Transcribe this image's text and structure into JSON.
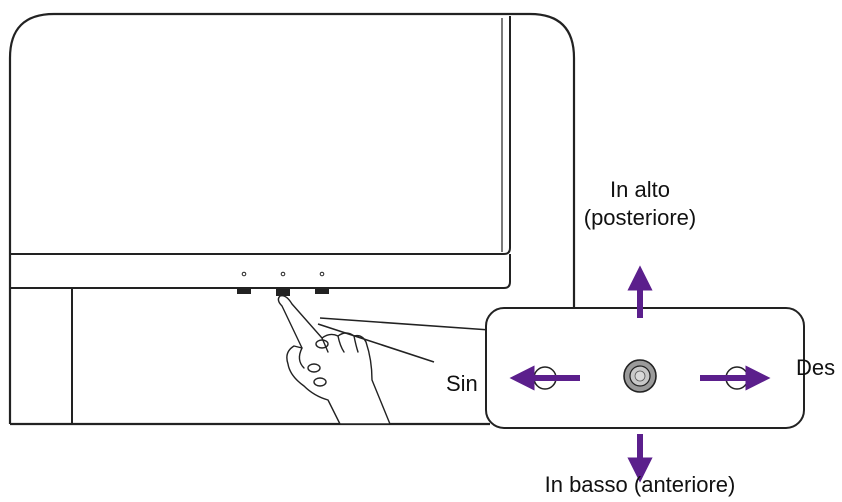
{
  "labels": {
    "up_line1": "In alto",
    "up_line2": "(posteriore)",
    "down": "In basso (anteriore)",
    "left": "Sin",
    "right": "Des"
  },
  "colors": {
    "arrow": "#5b1f8c",
    "outline": "#222222",
    "text": "#111111"
  },
  "icons": {
    "joystick": "joystick-knob-icon",
    "hand": "pointing-hand-icon"
  }
}
